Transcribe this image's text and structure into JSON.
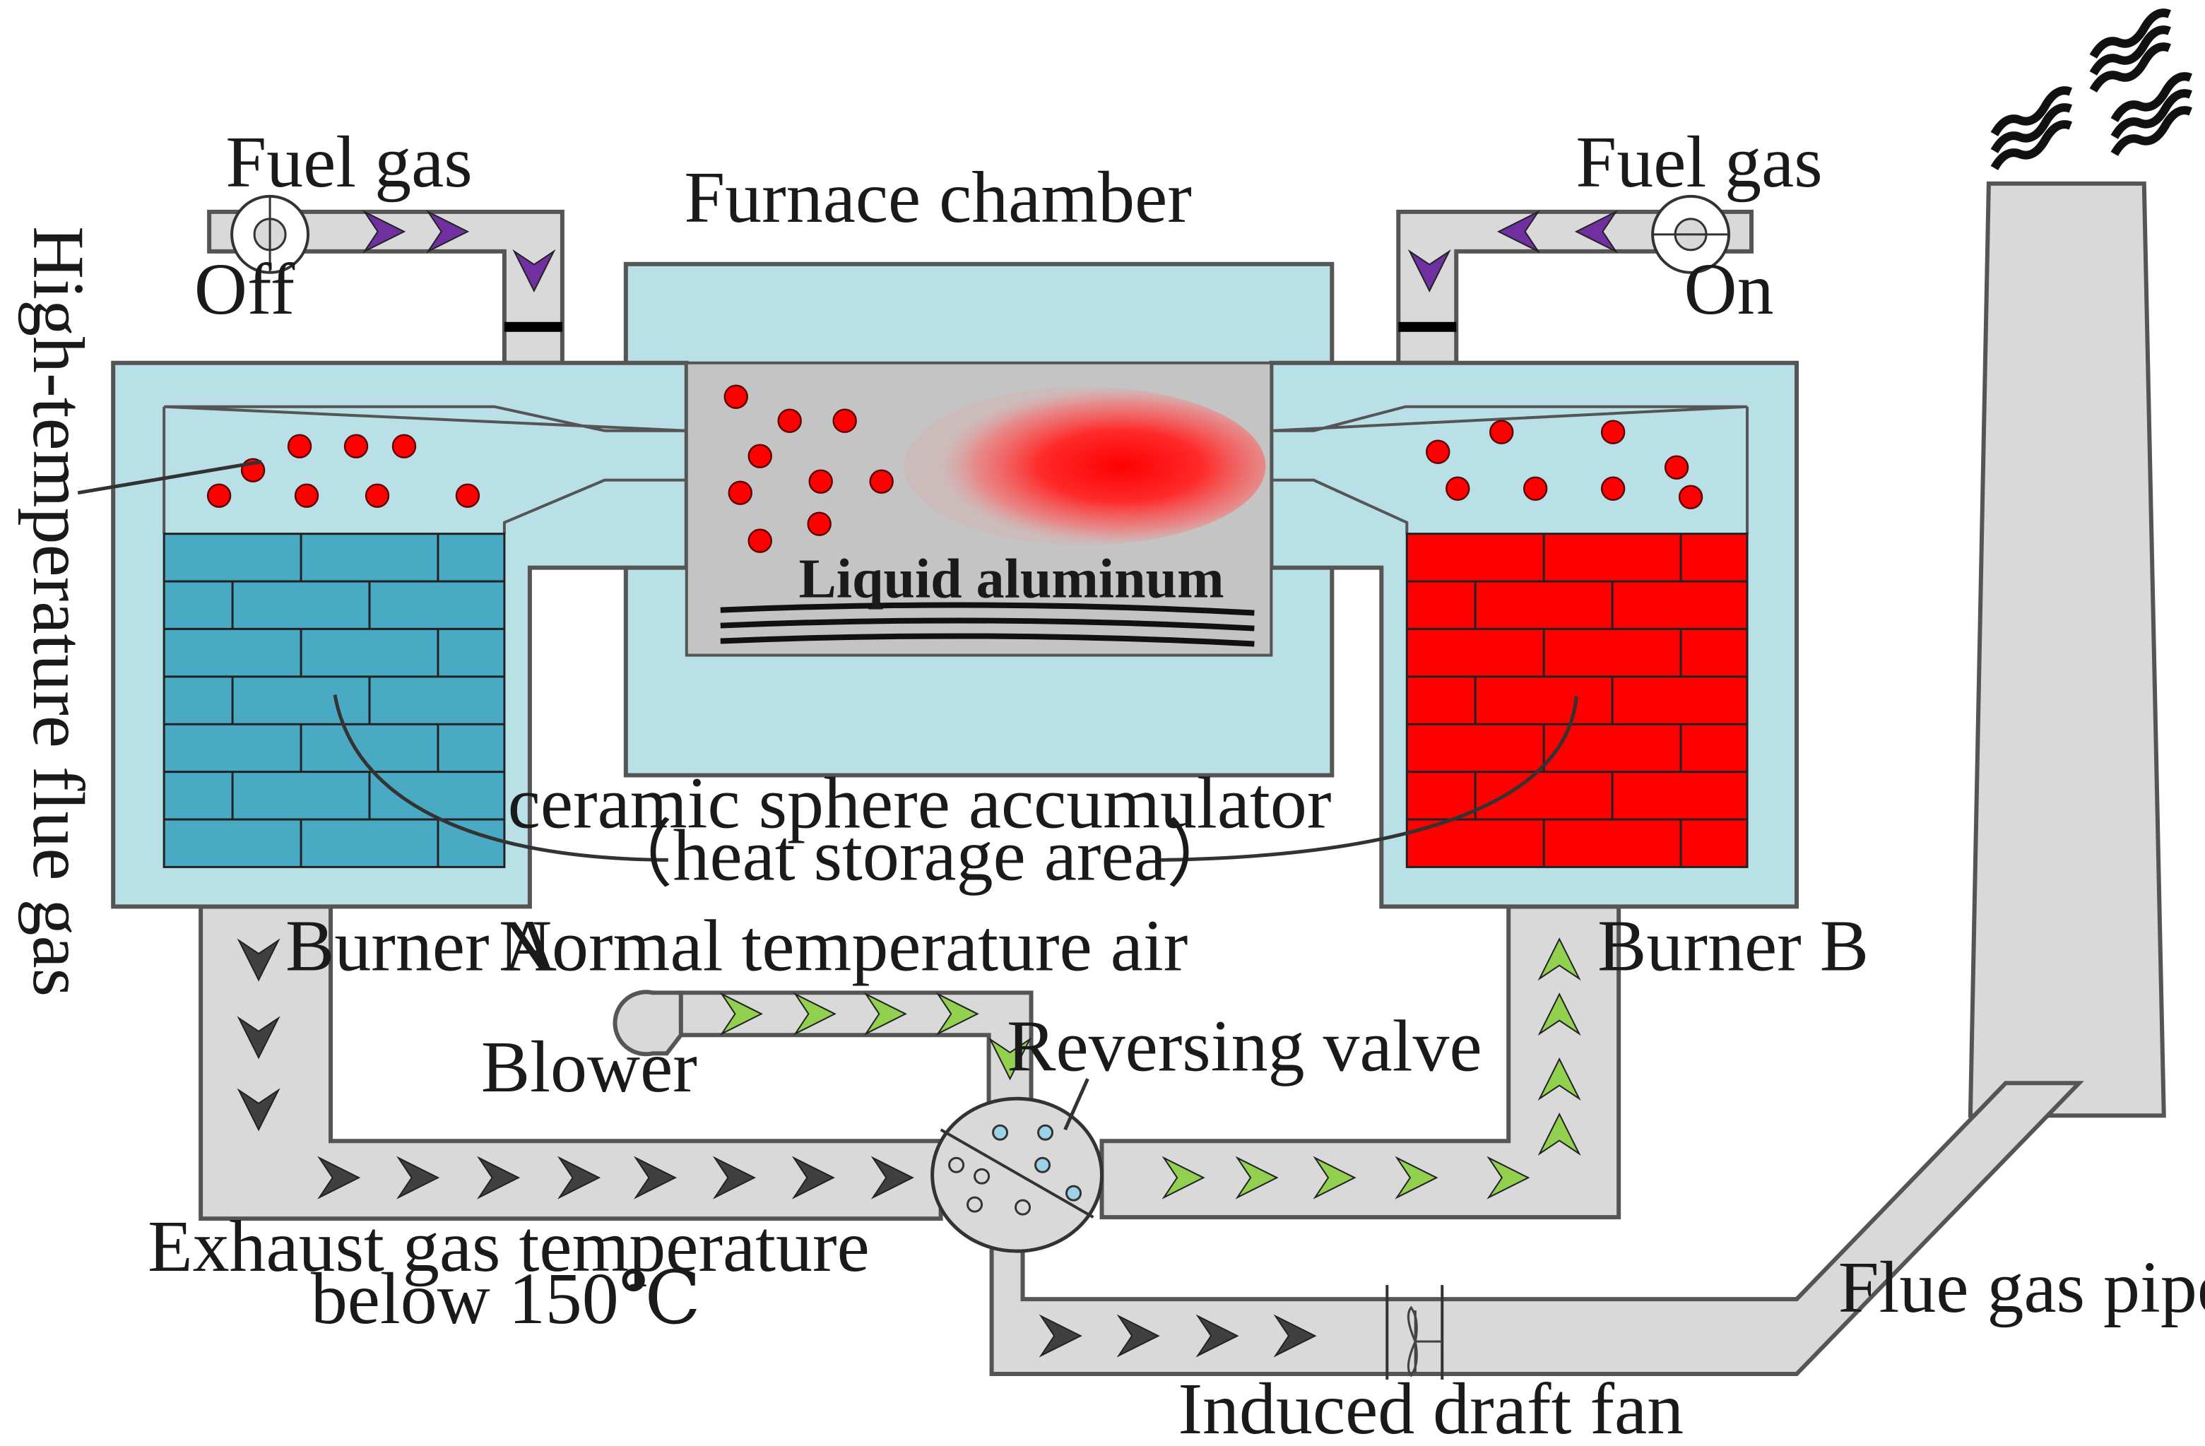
{
  "labels": {
    "fuel_gas_left": "Fuel gas",
    "fuel_gas_right": "Fuel gas",
    "valve_left_state": "Off",
    "valve_right_state": "On",
    "furnace_chamber": "Furnace chamber",
    "high_temp_flue_gas": "High-temperature flue gas",
    "liquid_aluminum": "Liquid aluminum",
    "accumulator_line1": "ceramic sphere accumulator",
    "accumulator_line2": "（heat storage area）",
    "burner_a": "Burner A",
    "burner_b": "Burner B",
    "normal_temp_air": "Normal temperature air",
    "blower": "Blower",
    "reversing_valve": "Reversing valve",
    "exhaust_line1": "Exhaust gas temperature",
    "exhaust_line2": "below 150℃",
    "flue_gas_pipe": "Flue gas pipe",
    "induced_draft_fan": "Induced draft fan"
  },
  "colors": {
    "chamber_shell": "#b9dfe7",
    "pipe": "#d9d9d9",
    "cold_bricks": "#4aaac4",
    "hot_bricks": "#ff0000",
    "gas_dots": "#ff0000",
    "melt_chamber": "#c4c4c4",
    "fuel_arrows": "#7030a0",
    "air_arrows": "#92d050",
    "exhaust_arrows": "#404040",
    "valve_dots": "#9dd3e6"
  },
  "icons": {
    "left_fuel_valve": "valve-off-icon",
    "right_fuel_valve": "valve-on-icon",
    "blower": "blower-icon",
    "fan": "fan-icon",
    "smoke": "smoke-icon"
  }
}
